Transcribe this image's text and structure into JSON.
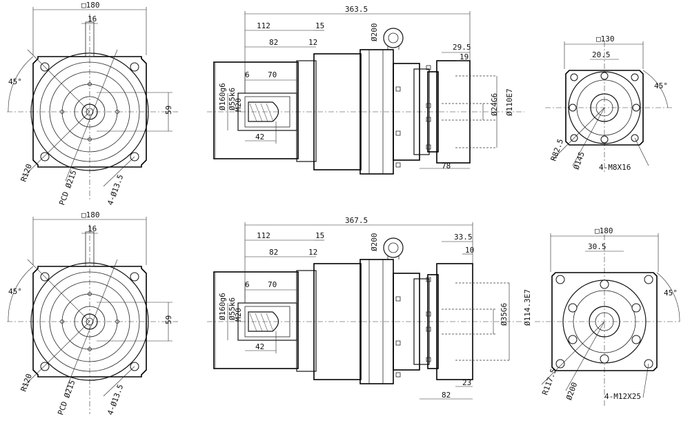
{
  "views": {
    "top_front": {
      "square_size": "□180",
      "key_width": "16",
      "angle": "45°",
      "dim_59": "59",
      "radius": "R120",
      "pcd": "PCD Ø215",
      "holes": "4-Ø13.5"
    },
    "top_side": {
      "overall": "363.5",
      "len_112": "112",
      "len_15": "15",
      "len_82": "82",
      "len_12": "12",
      "len_70": "70",
      "len_6": "6",
      "len_42": "42",
      "dia_160": "Ø160g6",
      "dia_55": "Ø55k6",
      "thread": "M20",
      "eye": "Ø200",
      "len_29_5": "29.5",
      "len_19": "19",
      "dia_24": "Ø24G6",
      "dia_110": "Ø110E7",
      "len_78": "78"
    },
    "top_input": {
      "square_size": "□130",
      "dim_20_5": "20.5",
      "angle": "45°",
      "radius": "R82.5",
      "dia": "Ø145",
      "threads": "4-M8X16"
    },
    "bottom_front": {
      "square_size": "□180",
      "key_width": "16",
      "angle": "45°",
      "dim_59": "59",
      "radius": "R120",
      "pcd": "PCD Ø215",
      "holes": "4-Ø13.5"
    },
    "bottom_side": {
      "overall": "367.5",
      "len_112": "112",
      "len_15": "15",
      "len_82": "82",
      "len_12": "12",
      "len_70": "70",
      "len_6": "6",
      "len_42": "42",
      "dia_160": "Ø160g6",
      "dia_55": "Ø55k6",
      "thread": "M20",
      "eye": "Ø200",
      "len_33_5": "33.5",
      "len_10": "10",
      "dia_35": "Ø35G6",
      "dia_114": "Ø114.3E7",
      "len_82b": "82",
      "len_23": "23"
    },
    "bottom_input": {
      "square_size": "□180",
      "dim_30_5": "30.5",
      "angle": "45°",
      "radius": "R117.5",
      "dia": "Ø200",
      "threads": "4-M12X25"
    }
  }
}
